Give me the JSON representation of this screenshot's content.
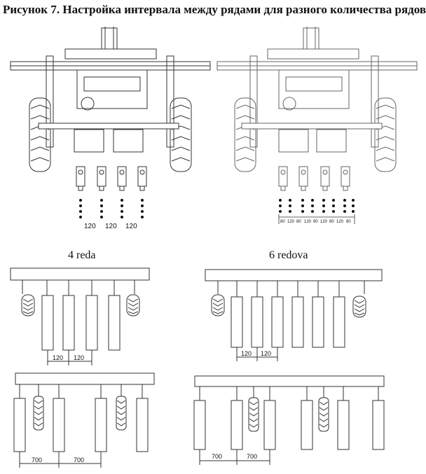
{
  "title": "Рисунок 7. Настройка интервала между рядами для разного количества рядов",
  "top_left": {
    "spacing_labels": [
      "120",
      "120",
      "120"
    ]
  },
  "top_right": {
    "spacing_labels": [
      "80",
      "120",
      "80",
      "120",
      "80",
      "120",
      "80",
      "120",
      "80"
    ]
  },
  "labels": {
    "four_rows": "4 reda",
    "six_rows": "6 redova"
  },
  "diagram_4_narrow": {
    "dims": [
      "120",
      "120"
    ]
  },
  "diagram_6_narrow": {
    "dims": [
      "120",
      "120"
    ]
  },
  "diagram_4_wide": {
    "dims": [
      "700",
      "700"
    ]
  },
  "diagram_6_wide": {
    "dims": [
      "700",
      "700"
    ]
  }
}
